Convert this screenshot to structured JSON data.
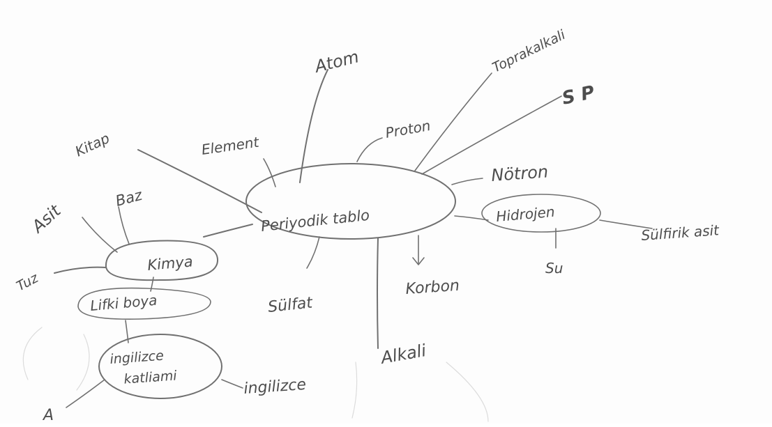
{
  "mind_map": {
    "center": "Periyodik tablo",
    "nodes": {
      "atom": "Atom",
      "toprak_alkali": "Toprakalkali",
      "sp": "S P",
      "proton": "Proton",
      "element": "Element",
      "kitap": "Kitap",
      "notron": "Nötron",
      "hidrojen": "Hidrojen",
      "sulfirik_asit": "Sülfirik asit",
      "su": "Su",
      "korbon": "Korbon",
      "alkali": "Alkali",
      "sulfat": "Sülfat",
      "kimya": "Kimya",
      "asit": "Asit",
      "baz": "Baz",
      "tuz": "Tuz",
      "lifli_boya": "Lifki boya",
      "ingilizce_katliami": "ingilizce katliami",
      "ingilizce": "ingilizce",
      "a": "A"
    }
  }
}
